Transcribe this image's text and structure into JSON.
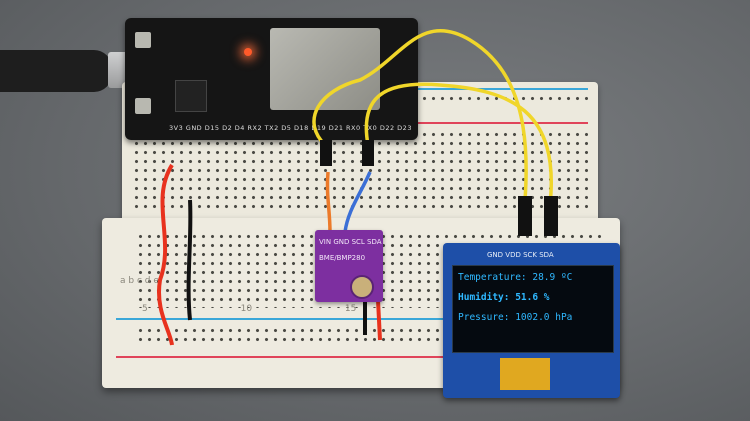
{
  "esp32": {
    "pin_labels": "3V3 GND D15 D2 D4 RX2 TX2 D5 D18 D19 D21 RX0 TX0 D22 D23"
  },
  "sensor": {
    "pins": "VIN GND SCL SDA",
    "model": "BME/BMP280"
  },
  "oled": {
    "pins": "GND VDD SCK SDA",
    "line1": "Temperature: 28.9 ºC",
    "line2": "Humidity: 51.6 %",
    "line3": "Pressure: 1002.0 hPa"
  },
  "breadboard": {
    "row_letters_left": "a b c d e",
    "col_numbers": "5 10 15 20"
  }
}
